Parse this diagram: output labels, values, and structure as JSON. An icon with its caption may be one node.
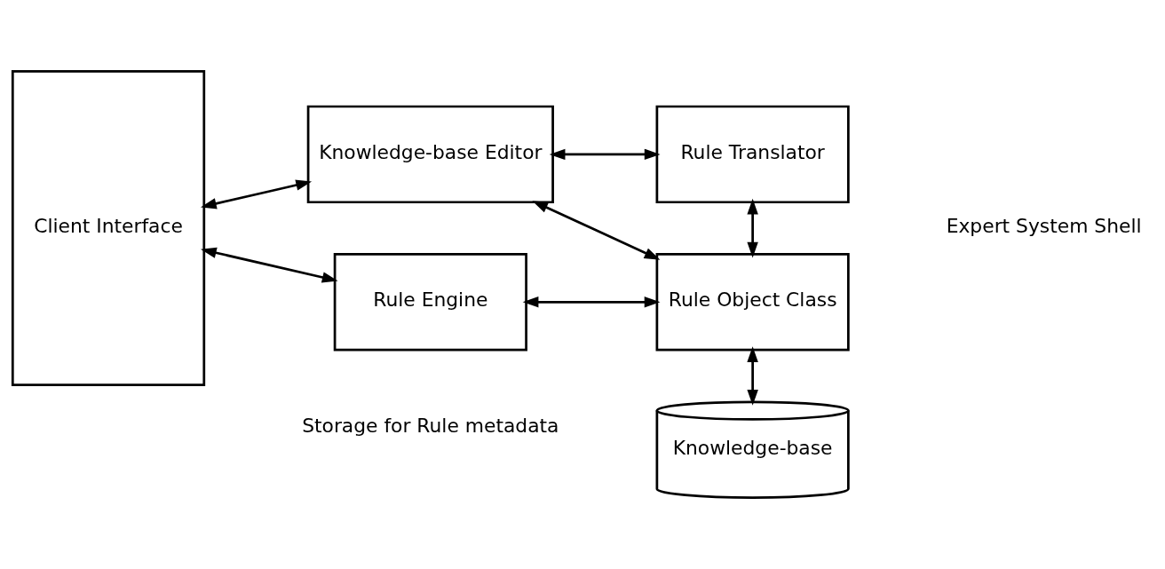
{
  "diagram": {
    "nodes": [
      {
        "text": [
          "Client Interface"
        ]
      },
      {
        "text": [
          "Knowledge-base Editor"
        ]
      },
      {
        "text": [
          "Rule Translator"
        ]
      },
      {
        "text": [
          "Rule Engine"
        ]
      },
      {
        "text": [
          "Rule Object Class"
        ]
      },
      {
        "text": [
          "Knowledge-base"
        ]
      }
    ],
    "edges": [
      {
        "from": 0,
        "to": 1,
        "arrow": "both"
      },
      {
        "from": 1,
        "to": 2,
        "arrow": "both"
      },
      {
        "from": 1,
        "to": 4,
        "arrow": "both"
      },
      {
        "from": 2,
        "to": 4,
        "arrow": "both"
      },
      {
        "from": 0,
        "to": 3,
        "arrow": "both"
      },
      {
        "from": 3,
        "to": 4,
        "arrow": "both"
      },
      {
        "from": 4,
        "to": 5,
        "arrow": "both"
      }
    ],
    "labels": [
      "Expert System Shell",
      "Storage for Rule metadata"
    ]
  }
}
